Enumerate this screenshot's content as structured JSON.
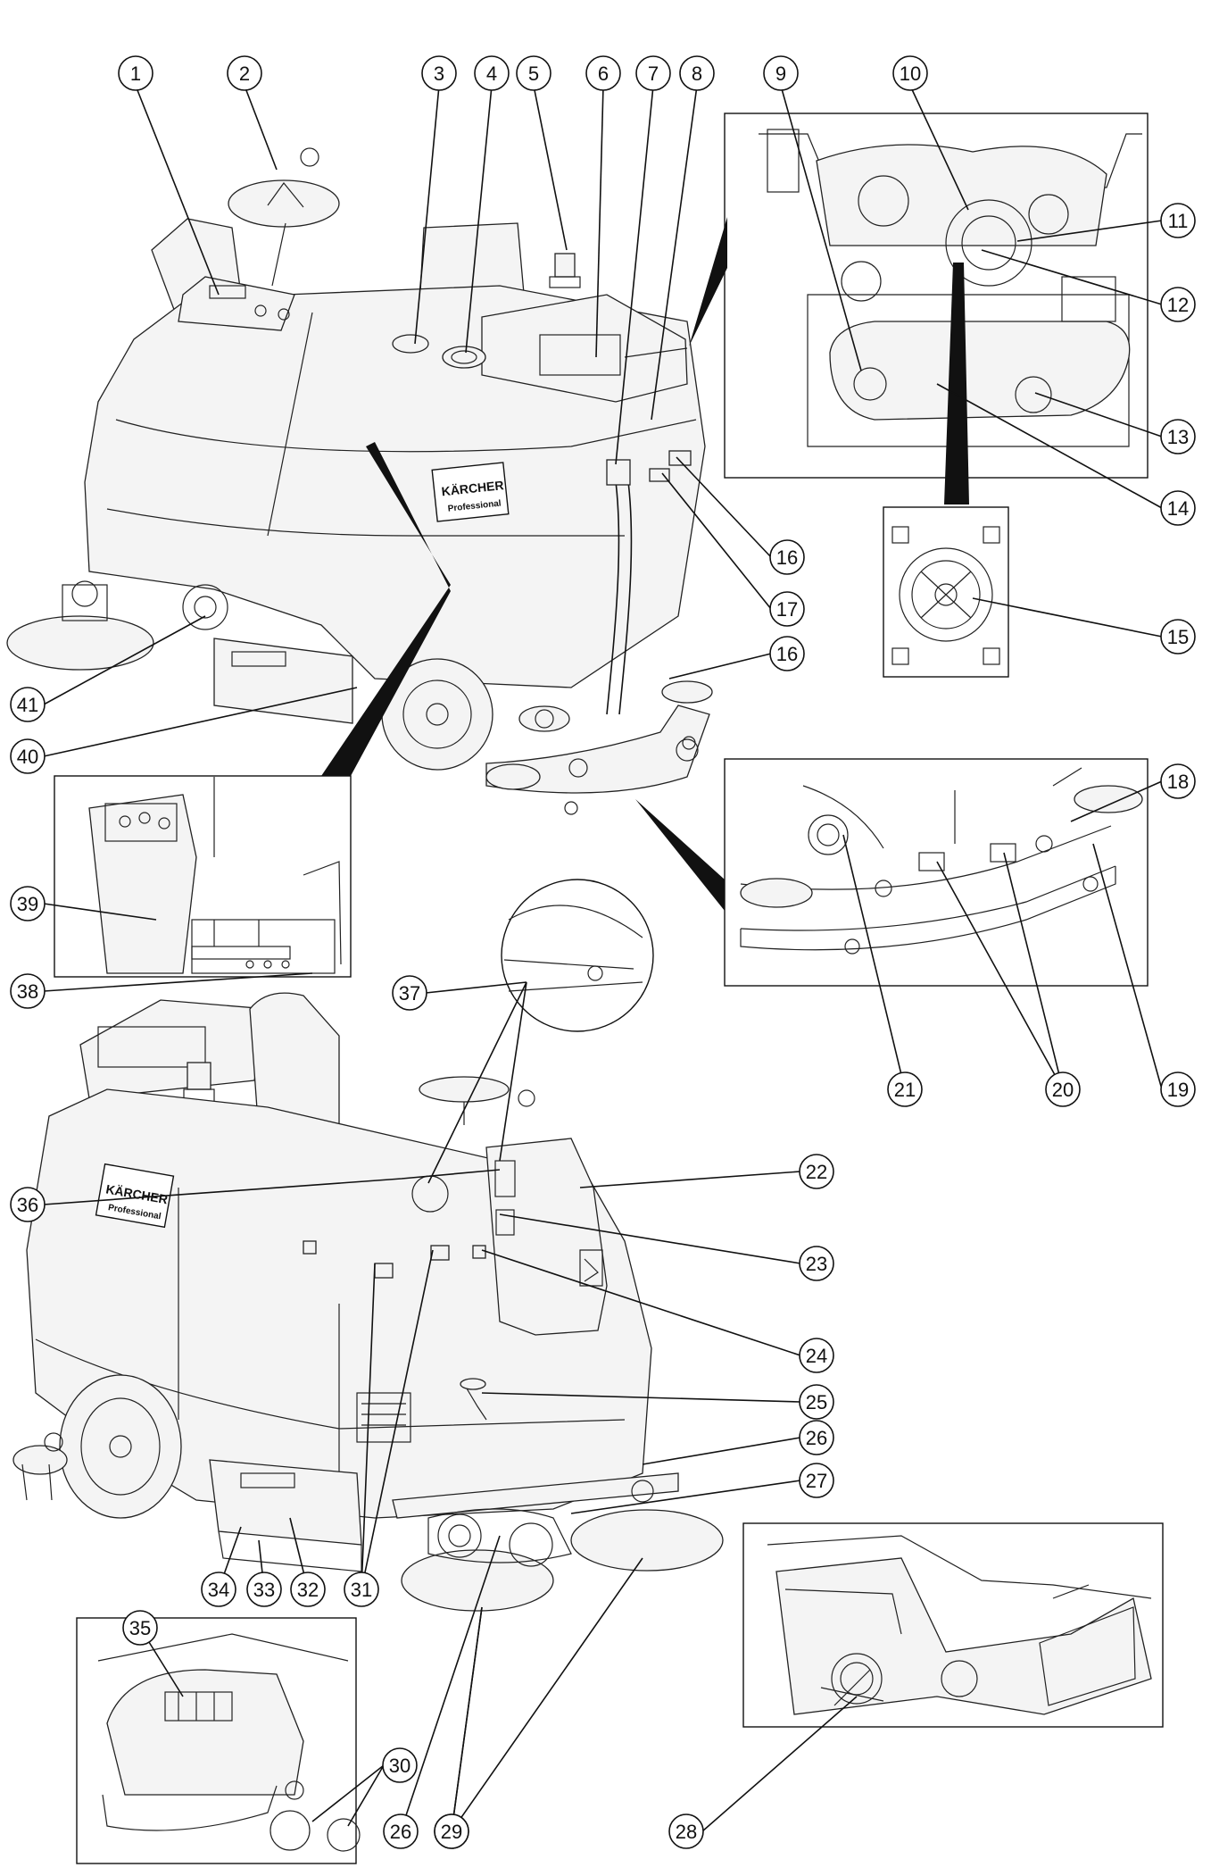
{
  "brand": {
    "name": "KÄRCHER",
    "sub": "Professional"
  },
  "callouts": [
    {
      "n": "1"
    },
    {
      "n": "2"
    },
    {
      "n": "3"
    },
    {
      "n": "4"
    },
    {
      "n": "5"
    },
    {
      "n": "6"
    },
    {
      "n": "7"
    },
    {
      "n": "8"
    },
    {
      "n": "9"
    },
    {
      "n": "10"
    },
    {
      "n": "11"
    },
    {
      "n": "12"
    },
    {
      "n": "13"
    },
    {
      "n": "14"
    },
    {
      "n": "15"
    },
    {
      "n": "16"
    },
    {
      "n": "17"
    },
    {
      "n": "16"
    },
    {
      "n": "18"
    },
    {
      "n": "19"
    },
    {
      "n": "20"
    },
    {
      "n": "21"
    },
    {
      "n": "22"
    },
    {
      "n": "23"
    },
    {
      "n": "24"
    },
    {
      "n": "25"
    },
    {
      "n": "26"
    },
    {
      "n": "27"
    },
    {
      "n": "28"
    },
    {
      "n": "29"
    },
    {
      "n": "30"
    },
    {
      "n": "31"
    },
    {
      "n": "32"
    },
    {
      "n": "33"
    },
    {
      "n": "34"
    },
    {
      "n": "35"
    },
    {
      "n": "36"
    },
    {
      "n": "37"
    },
    {
      "n": "38"
    },
    {
      "n": "39"
    },
    {
      "n": "40"
    },
    {
      "n": "41"
    },
    {
      "n": "26"
    },
    {
      "n": "29"
    }
  ]
}
